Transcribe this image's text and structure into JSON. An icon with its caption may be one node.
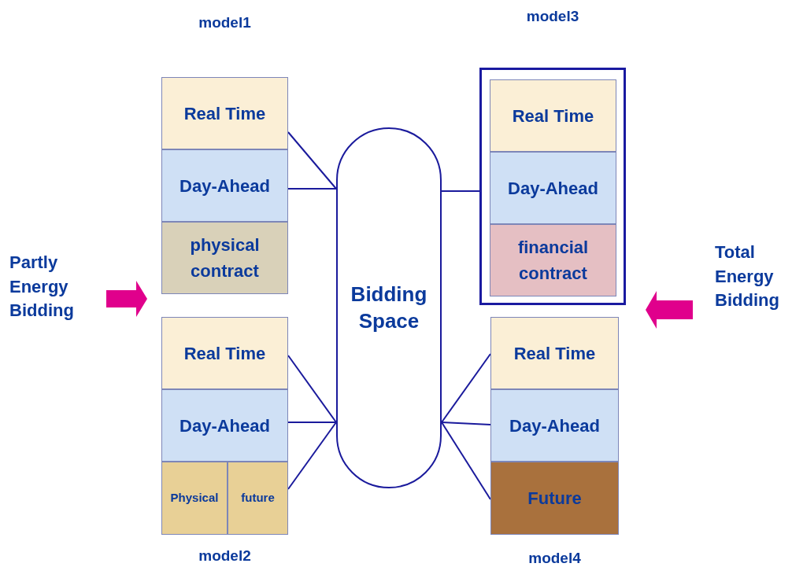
{
  "diagram": {
    "nodes": [
      {
        "text": [
          "model1"
        ]
      },
      {
        "text": [
          "Real Time"
        ],
        "in": 0
      },
      {
        "text": [
          "Day-Ahead"
        ],
        "in": 0
      },
      {
        "text": [
          "physical contract"
        ],
        "in": 0
      },
      {
        "text": [
          "model3"
        ]
      },
      {
        "text": [
          "Real Time"
        ],
        "in": 4
      },
      {
        "text": [
          "Day-Ahead"
        ],
        "in": 4
      },
      {
        "text": [
          "financial contract"
        ],
        "in": 4
      },
      {
        "text": [
          "Partly Energy Bidding"
        ]
      },
      {
        "text": [
          "Bidding Space"
        ]
      },
      {
        "text": [
          "Total Energy Bidding"
        ]
      },
      {
        "text": [
          "model2"
        ]
      },
      {
        "text": [
          "Real Time"
        ],
        "in": 11
      },
      {
        "text": [
          "Day-Ahead"
        ],
        "in": 11
      },
      {
        "text": [
          "Physical"
        ],
        "in": 11
      },
      {
        "text": [
          "future"
        ],
        "in": 11
      },
      {
        "text": [
          "model4"
        ]
      },
      {
        "text": [
          "Real Time"
        ],
        "in": 16
      },
      {
        "text": [
          "Day-Ahead"
        ],
        "in": 16
      },
      {
        "text": [
          "Future"
        ],
        "in": 16
      }
    ],
    "edges": [
      {
        "from": 1,
        "to": 9,
        "arrow": "none"
      },
      {
        "from": 2,
        "to": 9,
        "arrow": "none"
      },
      {
        "from": 9,
        "to": 4,
        "arrow": "none"
      },
      {
        "from": 12,
        "to": 9,
        "arrow": "none"
      },
      {
        "from": 13,
        "to": 9,
        "arrow": "none"
      },
      {
        "from": 15,
        "to": 9,
        "arrow": "none"
      },
      {
        "from": 9,
        "to": 17,
        "arrow": "none"
      },
      {
        "from": 9,
        "to": 18,
        "arrow": "none"
      },
      {
        "from": 9,
        "to": 19,
        "arrow": "none"
      }
    ]
  }
}
